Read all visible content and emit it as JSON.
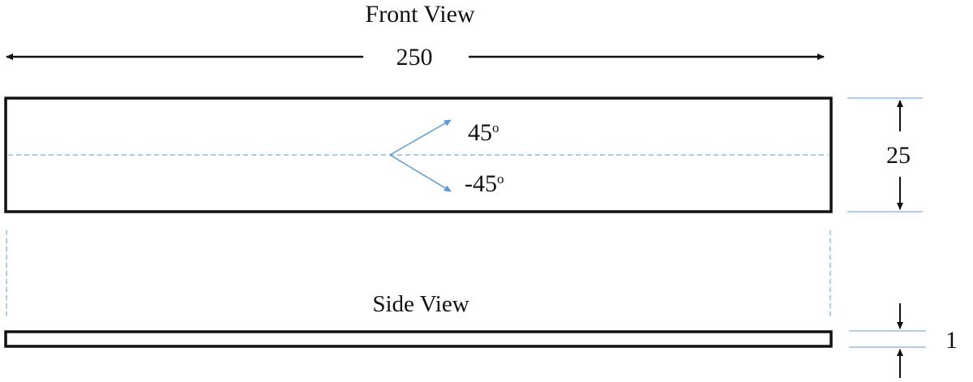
{
  "front_view": {
    "title": "Front View",
    "length_label": "250",
    "width_label": "25",
    "angle_pos_main": "45",
    "angle_neg_main": "-45",
    "degree_mark": "o"
  },
  "side_view": {
    "title": "Side View",
    "thickness_label": "1"
  },
  "colors": {
    "outline": "#111111",
    "guide": "#5b9bd5"
  }
}
